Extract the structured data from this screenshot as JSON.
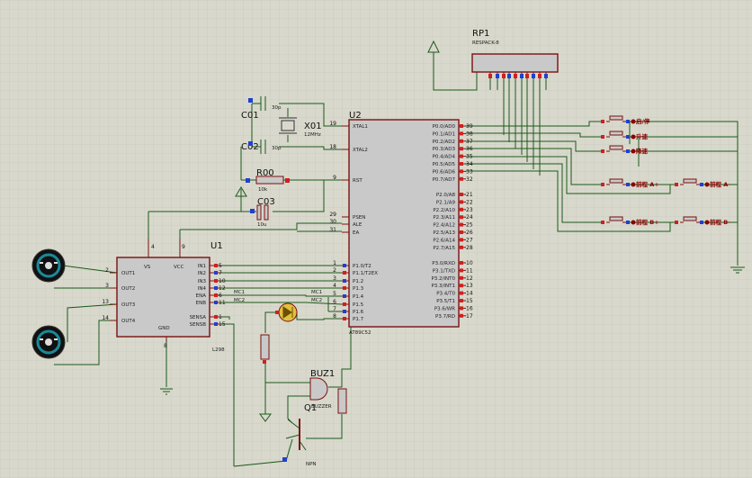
{
  "colors": {
    "background": "#d8d8cc",
    "grid": "#c4c4b8",
    "wire": "#1a5a1a",
    "body": "#c9c9c9",
    "outline": "#7a1010",
    "pin_red": "#d02020",
    "pin_blue": "#2040d0"
  },
  "u2": {
    "ref": "U2",
    "part": "AT89C52",
    "left_pins": [
      {
        "num": "19",
        "name": "XTAL1"
      },
      {
        "num": "18",
        "name": "XTAL2"
      },
      {
        "num": "9",
        "name": "RST"
      },
      {
        "num": "29",
        "name": "PSEN"
      },
      {
        "num": "30",
        "name": "ALE"
      },
      {
        "num": "31",
        "name": "EA"
      },
      {
        "num": "1",
        "name": "P1.0/T2"
      },
      {
        "num": "2",
        "name": "P1.1/T2EX"
      },
      {
        "num": "3",
        "name": "P1.2"
      },
      {
        "num": "4",
        "name": "P1.3"
      },
      {
        "num": "5",
        "name": "P1.4"
      },
      {
        "num": "6",
        "name": "P1.5"
      },
      {
        "num": "7",
        "name": "P1.6"
      },
      {
        "num": "8",
        "name": "P1.7"
      }
    ],
    "right_pins": [
      {
        "num": "39",
        "name": "P0.0/AD0"
      },
      {
        "num": "38",
        "name": "P0.1/AD1"
      },
      {
        "num": "37",
        "name": "P0.2/AD2"
      },
      {
        "num": "36",
        "name": "P0.3/AD3"
      },
      {
        "num": "35",
        "name": "P0.4/AD4"
      },
      {
        "num": "34",
        "name": "P0.5/AD5"
      },
      {
        "num": "33",
        "name": "P0.6/AD6"
      },
      {
        "num": "32",
        "name": "P0.7/AD7"
      },
      {
        "num": "21",
        "name": "P2.0/A8"
      },
      {
        "num": "22",
        "name": "P2.1/A9"
      },
      {
        "num": "23",
        "name": "P2.2/A10"
      },
      {
        "num": "24",
        "name": "P2.3/A11"
      },
      {
        "num": "25",
        "name": "P2.4/A12"
      },
      {
        "num": "26",
        "name": "P2.5/A13"
      },
      {
        "num": "27",
        "name": "P2.6/A14"
      },
      {
        "num": "28",
        "name": "P2.7/A15"
      },
      {
        "num": "10",
        "name": "P3.0/RXD"
      },
      {
        "num": "11",
        "name": "P3.1/TXD"
      },
      {
        "num": "12",
        "name": "P3.2/INT0"
      },
      {
        "num": "13",
        "name": "P3.3/INT1"
      },
      {
        "num": "14",
        "name": "P3.4/T0"
      },
      {
        "num": "15",
        "name": "P3.5/T1"
      },
      {
        "num": "16",
        "name": "P3.6/WR"
      },
      {
        "num": "17",
        "name": "P3.7/RD"
      }
    ]
  },
  "u1": {
    "ref": "U1",
    "part": "L298",
    "top_pins": [
      {
        "num": "4",
        "name": "VS"
      },
      {
        "num": "9",
        "name": "VCC"
      }
    ],
    "left_pins": [
      {
        "num": "2",
        "name": "OUT1"
      },
      {
        "num": "3",
        "name": "OUT2"
      },
      {
        "num": "13",
        "name": "OUT3"
      },
      {
        "num": "14",
        "name": "OUT4"
      }
    ],
    "right_pins": [
      {
        "num": "5",
        "name": "IN1"
      },
      {
        "num": "7",
        "name": "IN2"
      },
      {
        "num": "10",
        "name": "IN3"
      },
      {
        "num": "12",
        "name": "IN4"
      },
      {
        "num": "6",
        "name": "ENA"
      },
      {
        "num": "11",
        "name": "ENB"
      },
      {
        "num": "1",
        "name": "SENSA"
      },
      {
        "num": "15",
        "name": "SENSB"
      }
    ],
    "gnd_label": "GND",
    "gnd_pin": "8"
  },
  "net_labels": {
    "mc1": "MC1",
    "mc2": "MC2"
  },
  "components": {
    "c01": {
      "ref": "C01",
      "value": "30p"
    },
    "c02": {
      "ref": "C02",
      "value": "30p"
    },
    "x01": {
      "ref": "X01",
      "value": "12MHz"
    },
    "r00": {
      "ref": "R00",
      "value": "10k"
    },
    "c03": {
      "ref": "C03",
      "value": "10u"
    },
    "rp1": {
      "ref": "RP1",
      "value": "RESPACK-8"
    },
    "buz1": {
      "ref": "BUZ1",
      "value": "BUZZER"
    },
    "q1": {
      "ref": "Q1",
      "value": "NPN"
    }
  },
  "buttons": [
    {
      "label": "启/停"
    },
    {
      "label": "升速"
    },
    {
      "label": "降速"
    },
    {
      "label": "前程 A+"
    },
    {
      "label": "前程 A-"
    },
    {
      "label": "前程 B+"
    },
    {
      "label": "前程 B-"
    }
  ]
}
